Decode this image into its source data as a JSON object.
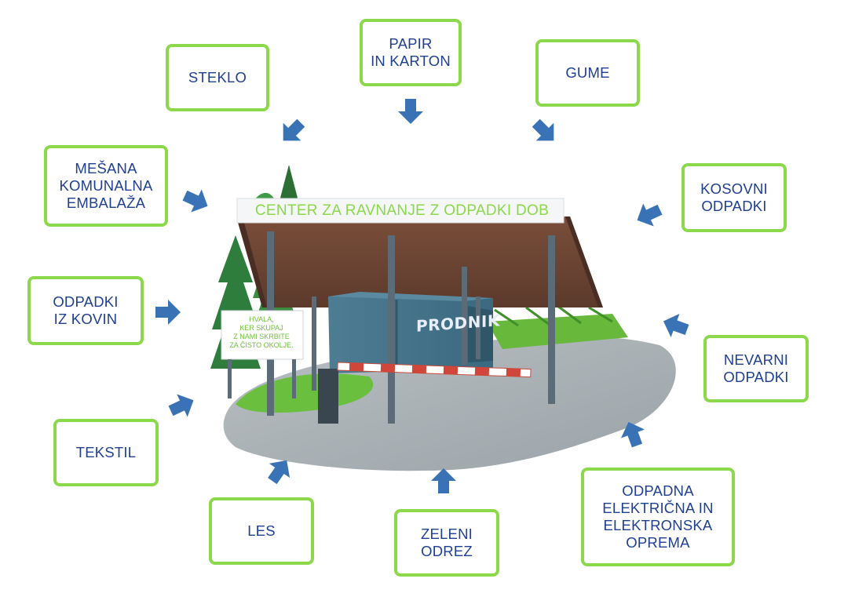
{
  "center": {
    "title": "CENTER ZA RAVNANJE Z ODPADKI DOB",
    "brand": "PRODNIK",
    "sign": "HVALA,\nKER SKUPAJ\nZ NAMI SKRBITE\nZA ČISTO OKOLJE."
  },
  "categories": [
    {
      "id": "steklo",
      "label": "STEKLO"
    },
    {
      "id": "papir",
      "label": "PAPIR\nIN KARTON"
    },
    {
      "id": "gume",
      "label": "GUME"
    },
    {
      "id": "mesana",
      "label": "MEŠANA\nKOMUNALNA\nEMBALAŽA"
    },
    {
      "id": "kosovni",
      "label": "KOSOVNI\nODPADKI"
    },
    {
      "id": "kovine",
      "label": "ODPADKI\nIZ KOVIN"
    },
    {
      "id": "nevarni",
      "label": "NEVARNI\nODPADKI"
    },
    {
      "id": "tekstil",
      "label": "TEKSTIL"
    },
    {
      "id": "les",
      "label": "LES"
    },
    {
      "id": "zeleni",
      "label": "ZELENI\nODREZ"
    },
    {
      "id": "elektro",
      "label": "ODPADNA\nELEKTRIČNA IN\nELEKTRONSKA\nOPREMA"
    }
  ],
  "colors": {
    "box_border": "#8bd84a",
    "box_text": "#1f3f93",
    "arrow": "#3a73b5"
  }
}
